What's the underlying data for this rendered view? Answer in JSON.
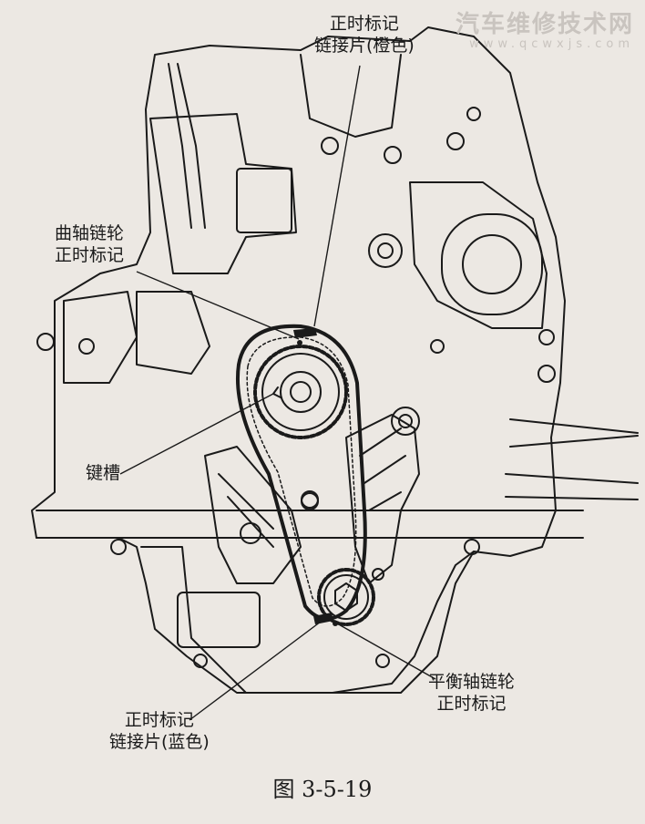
{
  "watermark": {
    "text": "汽车维修技术网",
    "url": "www.qcwxjs.com"
  },
  "labels": {
    "top_mark": {
      "line1": "正时标记",
      "line2": "链接片(橙色)"
    },
    "crank_mark": {
      "line1": "曲轴链轮",
      "line2": "正时标记"
    },
    "keyway": "键槽",
    "balance_mark": {
      "line1": "平衡轴链轮",
      "line2": "正时标记"
    },
    "bottom_mark": {
      "line1": "正时标记",
      "line2": "链接片(蓝色)"
    }
  },
  "figure_caption": "图 3-5-19",
  "colors": {
    "paper": "#ece8e3",
    "ink": "#1a1a1a"
  }
}
